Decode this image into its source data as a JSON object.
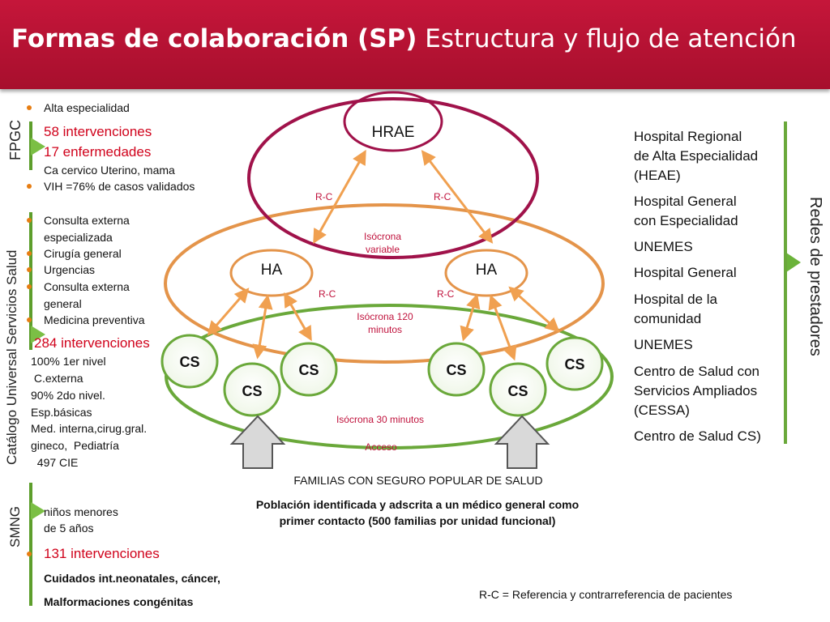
{
  "title": {
    "bold": "Formas de colaboración (SP)",
    "normal": "Estructura y flujo de atención"
  },
  "left": {
    "fpgc_label": "FPGC",
    "fpgc_items": [
      "Alta especialidad",
      "58 intervenciones",
      "17 enfermedades",
      "Ca cervico Uterino, mama",
      "VIH =76% de casos validados"
    ],
    "catalog_label": "Catálogo Universal Servicios Salud",
    "catalog_items": [
      "Consulta  externa",
      "especializada",
      "Cirugía general",
      "Urgencias",
      "Consulta externa",
      "general",
      "Medicina preventiva",
      "284 intervenciones",
      "100% 1er nivel",
      " C.externa",
      "90% 2do nivel.",
      "Esp.básicas",
      "Med. interna,cirug.gral.",
      "gineco,  Pediatría",
      "  497 CIE"
    ],
    "smng_label": "SMNG",
    "smng_items": [
      "niños menores",
      "de 5 años",
      "131 intervenciones",
      "Cuidados int.neonatales, cáncer,",
      "Malformaciones congénitas"
    ]
  },
  "diagram": {
    "hrae": "HRAE",
    "ha": "HA",
    "cs": "CS",
    "rc": "R-C",
    "isocrona_variable": [
      "Isócrona",
      "variable"
    ],
    "isocrona_120": [
      "Isócrona 120",
      "minutos"
    ],
    "isocrona_30": "Isócrona 30 minutos",
    "acceso": "Acceso"
  },
  "bottom": {
    "familias": "FAMILIAS CON SEGURO POPULAR DE SALUD",
    "poblacion": [
      "Población identificada y adscrita a un médico general como",
      "primer contacto (500 familias por unidad funcional)"
    ],
    "footnote": "R-C = Referencia y contrarreferencia de pacientes"
  },
  "right": {
    "items": [
      "Hospital Regional",
      "de Alta Especialidad",
      "(HEAE)",
      "Hospital General",
      "con Especialidad",
      "UNEMES",
      "Hospital General",
      "Hospital de la",
      "comunidad",
      "UNEMES",
      "Centro de Salud con",
      "Servicios Ampliados",
      "(CESSA)",
      "Centro de Salud CS)"
    ],
    "redes_label": "Redes de prestadores"
  },
  "colors": {
    "title_bar": "#b5122f",
    "hrae_ring": "#a0124a",
    "ha_ring": "#e4944a",
    "cs_ring": "#6aa83a",
    "arrow": "#f0a050",
    "accent_red": "#d0021b"
  }
}
